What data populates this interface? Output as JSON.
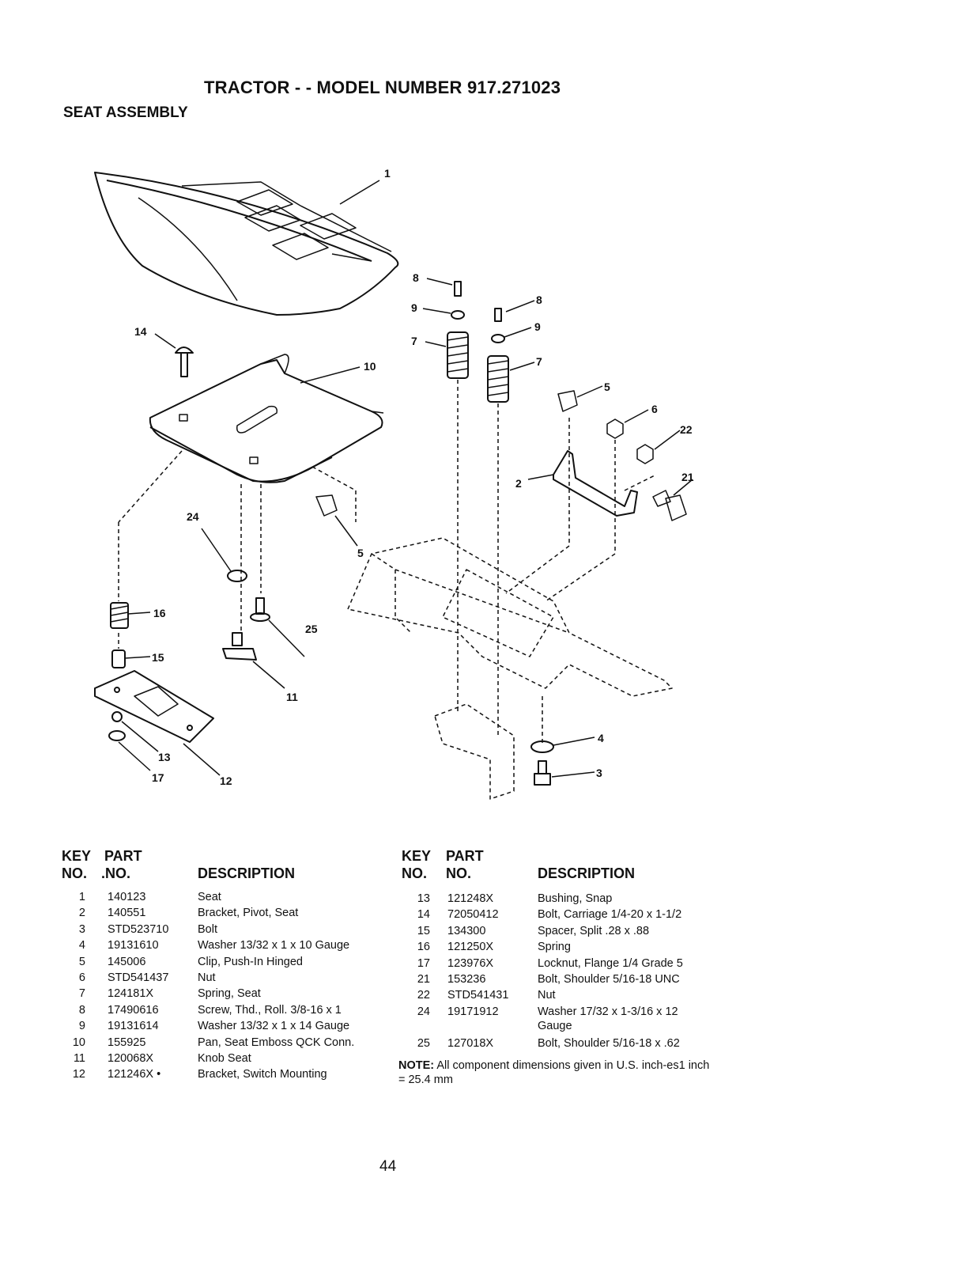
{
  "page": {
    "title": "TRACTOR - - MODEL NUMBER 917.271023",
    "subtitle": "SEAT ASSEMBLY",
    "page_number": "44"
  },
  "diagram": {
    "callouts": [
      "1",
      "2",
      "3",
      "4",
      "5",
      "5",
      "6",
      "7",
      "7",
      "8",
      "8",
      "9",
      "9",
      "10",
      "11",
      "12",
      "13",
      "14",
      "15",
      "16",
      "17",
      "21",
      "22",
      "24",
      "25"
    ]
  },
  "table": {
    "header": {
      "key": "KEY",
      "no": "NO.",
      "part": "PART",
      "part_no": ".NO.",
      "part_no2": "NO.",
      "description": "DESCRIPTION"
    },
    "left": [
      {
        "key": "1",
        "part": "140123",
        "desc": "Seat"
      },
      {
        "key": "2",
        "part": "140551",
        "desc": "Bracket, Pivot, Seat"
      },
      {
        "key": "3",
        "part": "STD523710",
        "desc": "Bolt"
      },
      {
        "key": "4",
        "part": "19131610",
        "desc": "Washer 13/32 x 1 x 10 Gauge"
      },
      {
        "key": "5",
        "part": "145006",
        "desc": "Clip, Push-In Hinged"
      },
      {
        "key": "6",
        "part": "STD541437",
        "desc": "Nut"
      },
      {
        "key": "7",
        "part": "124181X",
        "desc": "Spring, Seat"
      },
      {
        "key": "8",
        "part": "17490616",
        "desc": "Screw, Thd., Roll. 3/8-16 x 1"
      },
      {
        "key": "9",
        "part": "19131614",
        "desc": "Washer 13/32 x 1 x 14 Gauge"
      },
      {
        "key": "10",
        "part": "155925",
        "desc": "Pan, Seat Emboss QCK Conn."
      },
      {
        "key": "11",
        "part": "120068X",
        "desc": "Knob Seat"
      },
      {
        "key": "12",
        "part": "121246X •",
        "desc": "Bracket, Switch Mounting"
      }
    ],
    "right": [
      {
        "key": "13",
        "part": "121248X",
        "desc": "Bushing, Snap"
      },
      {
        "key": "14",
        "part": "72050412",
        "desc": "Bolt, Carriage 1/4-20 x 1-1/2"
      },
      {
        "key": "15",
        "part": "134300",
        "desc": "Spacer, Split .28 x .88"
      },
      {
        "key": "16",
        "part": "121250X",
        "desc": "Spring"
      },
      {
        "key": "17",
        "part": "123976X",
        "desc": "Locknut, Flange 1/4 Grade 5"
      },
      {
        "key": "21",
        "part": "153236",
        "desc": "Bolt, Shoulder 5/16-18 UNC"
      },
      {
        "key": "22",
        "part": "STD541431",
        "desc": "Nut"
      },
      {
        "key": "24",
        "part": "19171912",
        "desc": "Washer 17/32 x 1-3/16 x 12",
        "desc2": "Gauge"
      },
      {
        "key": "25",
        "part": "127018X",
        "desc": "Bolt, Shoulder 5/16-18 x .62"
      }
    ]
  },
  "note": {
    "label": "NOTE:",
    "text": " All component dimensions given in U.S. inch-es1 inch = 25.4 mm"
  }
}
